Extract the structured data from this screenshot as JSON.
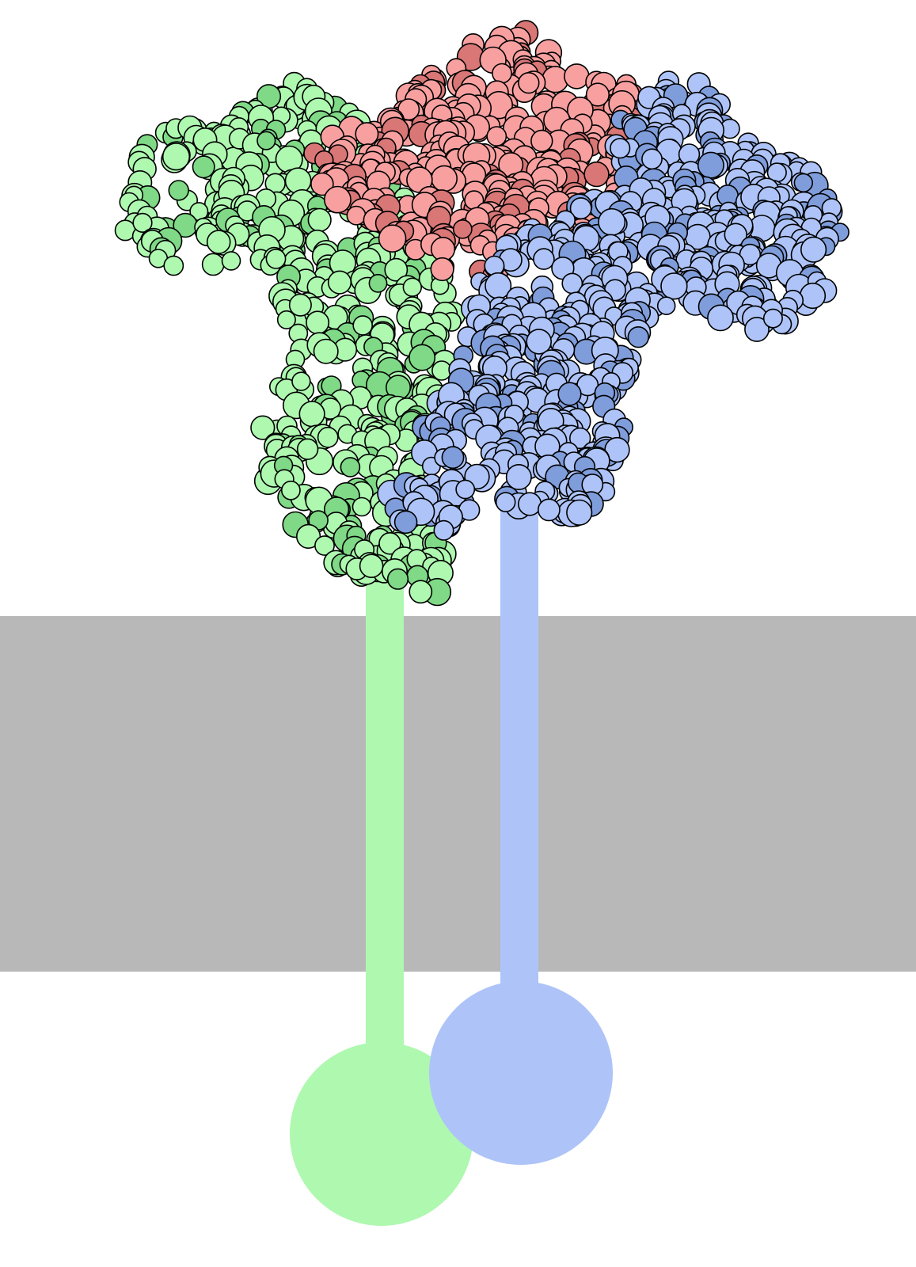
{
  "colors": {
    "background": "#ffffff",
    "membrane": "#b8b8b8",
    "green_chain": "#aef8b0",
    "green_chain_dark": "#7fd986",
    "blue_chain": "#aec4f8",
    "blue_chain_dark": "#7f9ddb",
    "red_chain": "#f8a0a0",
    "red_chain_dark": "#d97676",
    "outline": "#000000"
  },
  "elements": {
    "membrane": {
      "name": "membrane-band"
    },
    "protein": {
      "name": "protein-complex"
    },
    "green_stalk": {
      "name": "green-transmembrane-stalk"
    },
    "blue_stalk": {
      "name": "blue-transmembrane-stalk"
    },
    "green_domain": {
      "name": "green-intracellular-domain"
    },
    "blue_domain": {
      "name": "blue-intracellular-domain"
    }
  }
}
